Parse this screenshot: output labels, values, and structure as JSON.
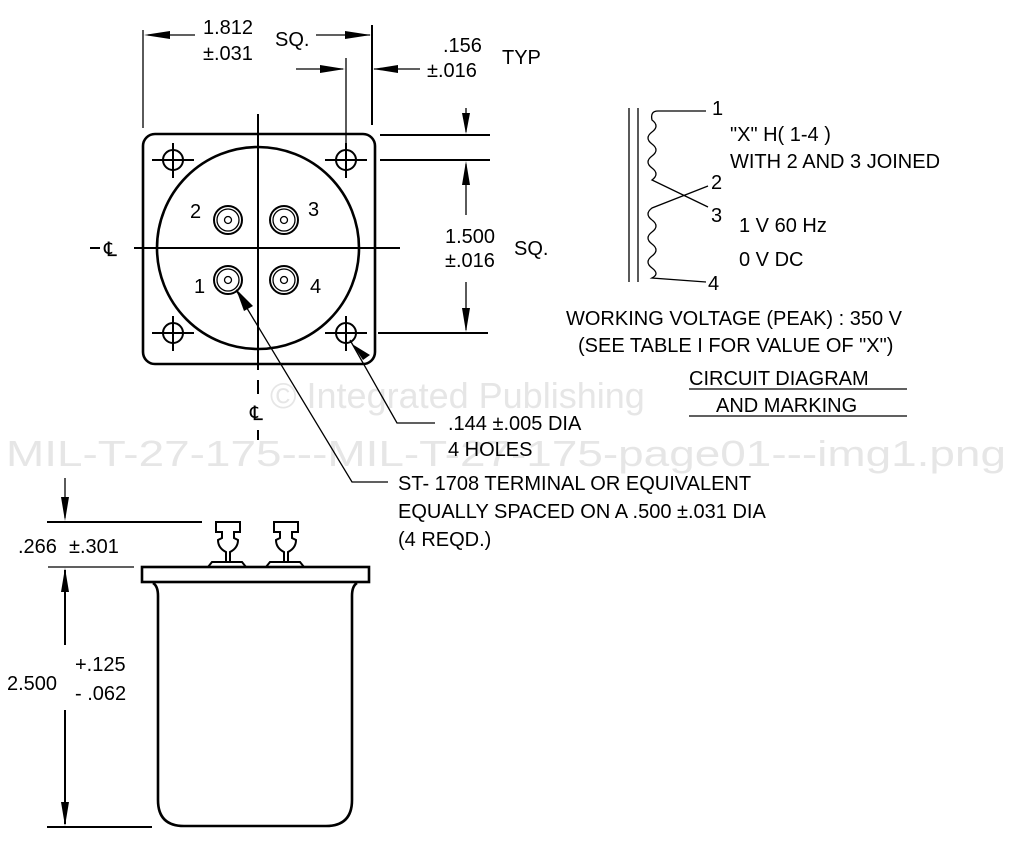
{
  "watermark": {
    "line1": "© Integrated Publishing",
    "line2": "MIL-T-27-175---MIL-T-27-175-page01---img1.png",
    "color": "#e6e6e6"
  },
  "top_view": {
    "width_dim": {
      "value": "1.812",
      "tol": "±.031",
      "suffix": "SQ."
    },
    "hole_offset_dim": {
      "value": ".156",
      "tol": "±.016",
      "suffix": "TYP"
    },
    "height_dim": {
      "value": "1.500",
      "tol": "±.016",
      "suffix": "SQ."
    },
    "terminal_labels": [
      "1",
      "2",
      "3",
      "4"
    ],
    "centerline_symbol": "℄",
    "hole_note": {
      "line1": ".144 ±.005 DIA",
      "line2": "4 HOLES"
    },
    "terminal_note": {
      "line1": "ST- 1708 TERMINAL OR EQUIVALENT",
      "line2": "EQUALLY SPACED ON A .500 ±.031 DIA",
      "line3": "(4 REQD.)"
    }
  },
  "side_view": {
    "terminal_height_dim": {
      "value": ".266",
      "tol": "±.301"
    },
    "body_height_dim": {
      "value": "2.500",
      "tol_plus": "+.125",
      "tol_minus": "- .062"
    }
  },
  "circuit": {
    "pins": [
      "1",
      "2",
      "3",
      "4"
    ],
    "inductance_note": "\"X\" H( 1-4 )",
    "joined_note": "WITH 2 AND 3 JOINED",
    "ac_note": "1 V 60 Hz",
    "dc_note": "0 V DC",
    "working_voltage": "WORKING VOLTAGE (PEAK) : 350 V",
    "table_ref": "(SEE TABLE I FOR VALUE OF \"X\")",
    "title_line1": "CIRCUIT DIAGRAM",
    "title_line2": "AND MARKING"
  }
}
